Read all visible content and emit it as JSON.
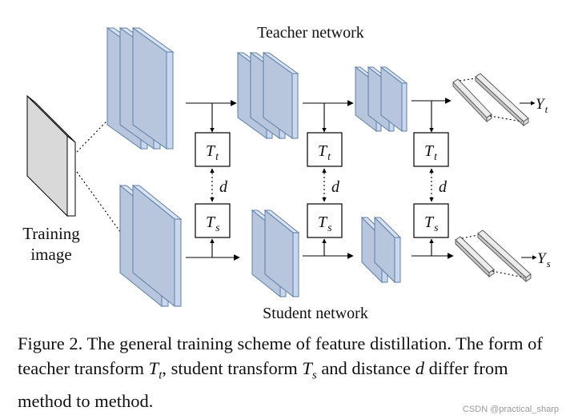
{
  "diagram": {
    "teacher_label": "Teacher network",
    "student_label": "Student network",
    "input_label_line1": "Training",
    "input_label_line2": "image",
    "teacher_transform": "T",
    "teacher_transform_sub": "t",
    "student_transform": "T",
    "student_transform_sub": "s",
    "distance": "d",
    "teacher_output": "Y",
    "teacher_output_sub": "t",
    "student_output": "Y",
    "student_output_sub": "s",
    "stage_count": 3
  },
  "caption": {
    "prefix": "Figure 2. The general training scheme of feature distillation. The form of teacher transform ",
    "tt": "T",
    "tt_sub": "t",
    "mid1": ", student transform ",
    "ts": "T",
    "ts_sub": "s",
    "mid2": " and distance ",
    "d": "d",
    "suffix": " differ from method to method."
  },
  "watermark": "CSDN @practical_sharp",
  "colors": {
    "slab_face": "#b7c6dc",
    "slab_front": "#c9d8ee",
    "slab_edge": "#5d7fa8",
    "output_face": "#cfcfcf",
    "image_face": "#d9d9d9"
  }
}
